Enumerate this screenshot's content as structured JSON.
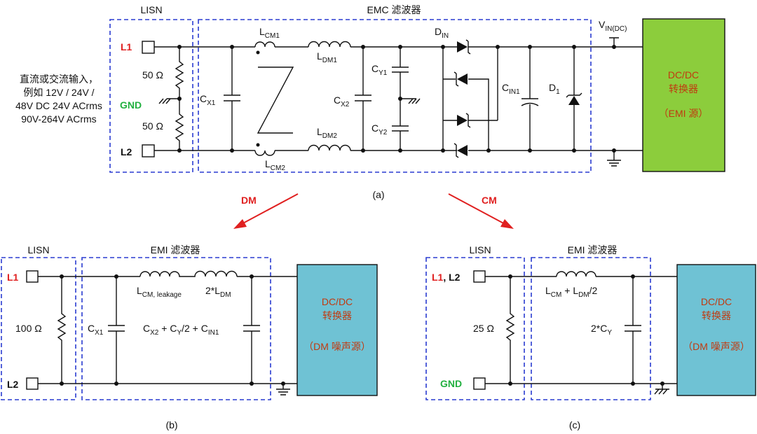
{
  "panel_a": {
    "lisn_title": "LISN",
    "emc_title": "EMC 滤波器",
    "input_note": [
      "直流或交流输入，",
      "例如 12V / 24V /",
      "48V DC 24V ACrms",
      "90V-264V ACrms"
    ],
    "l1": "L1",
    "l2": "L2",
    "gnd": "GND",
    "r_top": "50 Ω",
    "r_bot": "50 Ω",
    "lcm1": {
      "main": "L",
      "sub": "CM1"
    },
    "lcm2": {
      "main": "L",
      "sub": "CM2"
    },
    "ldm1": {
      "main": "L",
      "sub": "DM1"
    },
    "ldm2": {
      "main": "L",
      "sub": "DM2"
    },
    "cx1": {
      "main": "C",
      "sub": "X1"
    },
    "cx2": {
      "main": "C",
      "sub": "X2"
    },
    "cy1": {
      "main": "C",
      "sub": "Y1"
    },
    "cy2": {
      "main": "C",
      "sub": "Y2"
    },
    "din": {
      "main": "D",
      "sub": "IN"
    },
    "cin1": {
      "main": "C",
      "sub": "IN1"
    },
    "d1": {
      "main": "D",
      "sub": "1"
    },
    "vin": {
      "main": "V",
      "sub": "IN(DC)"
    },
    "block": {
      "line1": "DC/DC",
      "line2": "转换器",
      "line3": "（EMI 源）",
      "color": "#8ccd3c"
    },
    "caption": "(a)"
  },
  "arrows": {
    "dm": "DM",
    "cm": "CM",
    "color": "#e02020"
  },
  "panel_b": {
    "lisn_title": "LISN",
    "emi_title": "EMI 滤波器",
    "l1": "L1",
    "l2": "L2",
    "r": "100 Ω",
    "l_label": {
      "a": "L",
      "a_sub": "CM, leakage",
      "b": "2*L",
      "b_sub": "DM"
    },
    "cx1": {
      "main": "C",
      "sub": "X1"
    },
    "c_right": {
      "p1": "C",
      "s1": "X2",
      "p2": " + C",
      "s2": "Y",
      "p3": "/2 + C",
      "s3": "IN1"
    },
    "block": {
      "line1": "DC/DC",
      "line2": "转换器",
      "line3": "（DM 噪声源）",
      "color": "#6fc2d4"
    },
    "caption": "(b)"
  },
  "panel_c": {
    "lisn_title": "LISN",
    "emi_title": "EMI 滤波器",
    "l12_a": "L1",
    "l12_b": ", L2",
    "gnd": "GND",
    "r": "25 Ω",
    "l_label": {
      "p1": "L",
      "s1": "CM",
      "p2": " + L",
      "s2": "DM",
      "p3": "/2"
    },
    "c_label": {
      "p1": "2*C",
      "s1": "Y"
    },
    "block": {
      "line1": "DC/DC",
      "line2": "转换器",
      "line3": "（DM 噪声源）",
      "color": "#6fc2d4"
    },
    "caption": "(c)"
  }
}
